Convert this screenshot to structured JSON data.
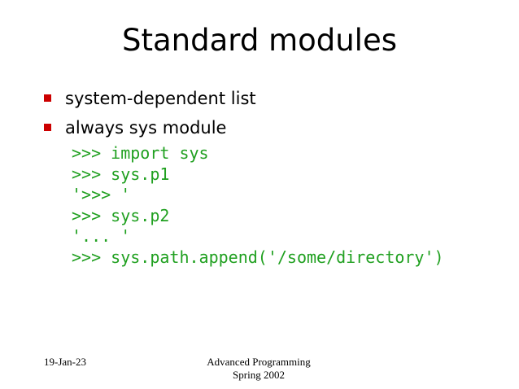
{
  "slide": {
    "title": "Standard modules",
    "bullets": [
      "system-dependent list",
      "always sys module"
    ],
    "code_lines": [
      ">>> import sys",
      ">>> sys.p1",
      "'>>> '",
      ">>> sys.p2",
      "'... '",
      ">>> sys.path.append('/some/directory')"
    ],
    "colors": {
      "bullet_marker": "#cc0000",
      "code_text": "#20a020"
    }
  },
  "footer": {
    "date": "19-Jan-23",
    "course_line1": "Advanced Programming",
    "course_line2": "Spring 2002"
  }
}
